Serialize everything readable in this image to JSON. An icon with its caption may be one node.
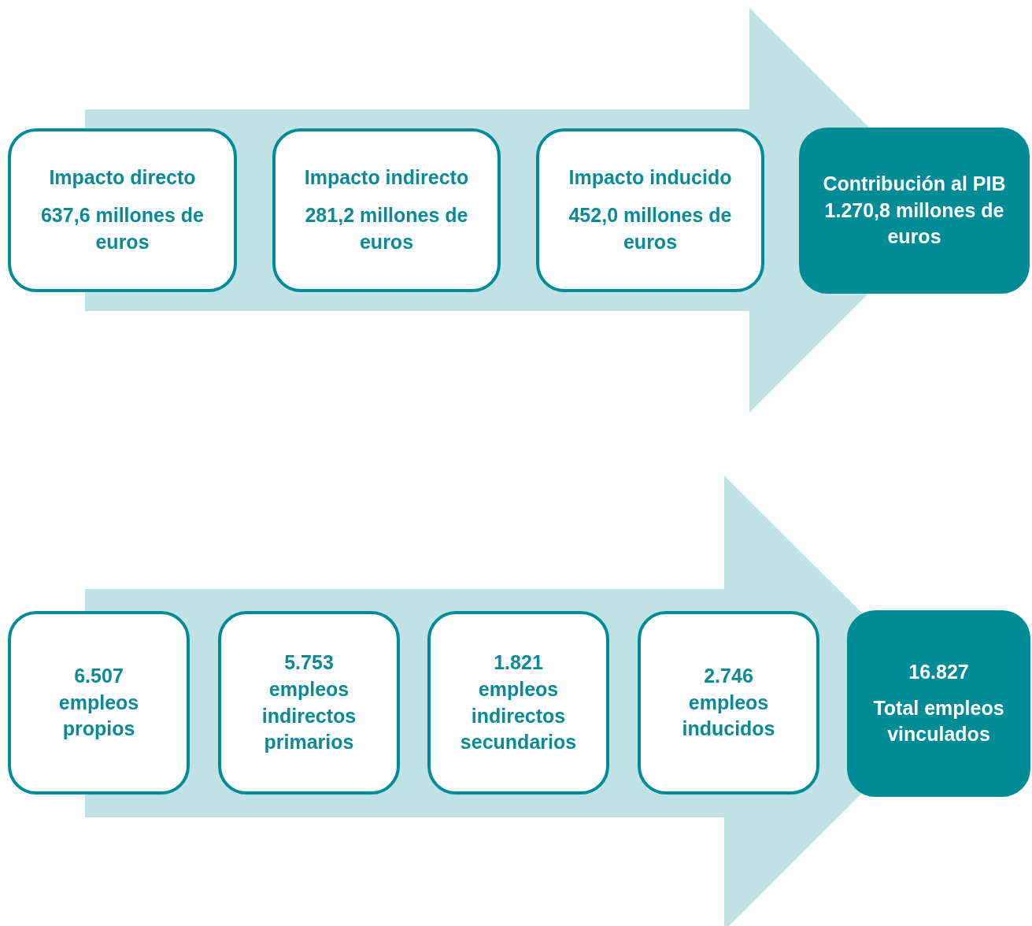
{
  "diagram": {
    "nodes": [
      {
        "text": [
          "Impacto directo",
          "637,6 millones de euros"
        ]
      },
      {
        "text": [
          "Impacto indirecto",
          "281,2 millones de euros"
        ]
      },
      {
        "text": [
          "Impacto inducido",
          "452,0 millones de euros"
        ]
      },
      {
        "text": [
          "Contribución al PIB 1.270,8 millones de euros"
        ]
      },
      {
        "text": [
          "6.507 empleos propios"
        ]
      },
      {
        "text": [
          "5.753 empleos indirectos primarios"
        ]
      },
      {
        "text": [
          "1.821 empleos indirectos secundarios"
        ]
      },
      {
        "text": [
          "2.746 empleos inducidos"
        ]
      },
      {
        "text": [
          "16.827",
          "Total empleos vinculados"
        ]
      }
    ],
    "edges": [
      {
        "from": 0,
        "to": 3,
        "arrow": "to",
        "style": "thick"
      },
      {
        "from": 4,
        "to": 8,
        "arrow": "to",
        "style": "thick"
      }
    ]
  }
}
